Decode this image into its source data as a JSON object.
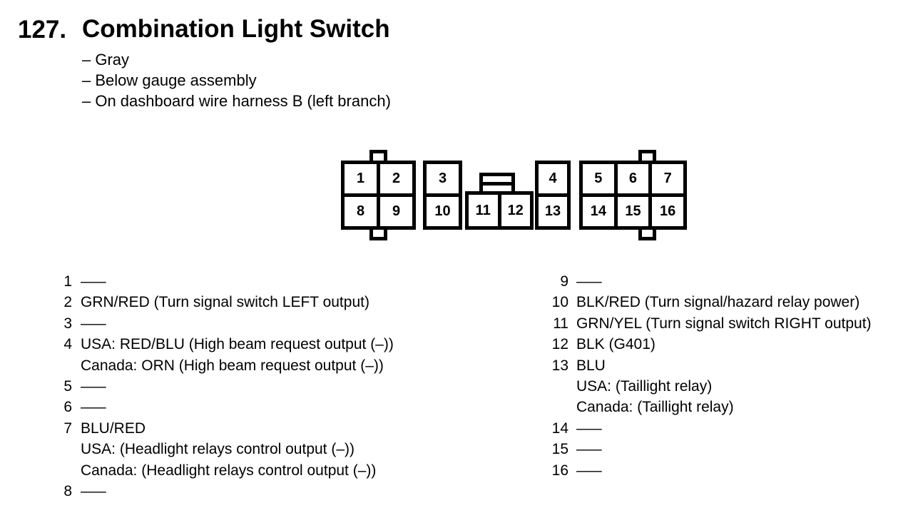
{
  "page": {
    "number": "127.",
    "title": "Combination Light Switch",
    "notes": [
      "– Gray",
      "– Below gauge assembly",
      "– On dashboard wire harness B (left branch)"
    ]
  },
  "connector": {
    "cells": [
      "1",
      "2",
      "3",
      "4",
      "5",
      "6",
      "7",
      "8",
      "9",
      "10",
      "11",
      "12",
      "13",
      "14",
      "15",
      "16"
    ]
  },
  "pins": {
    "left": [
      {
        "pin": "1",
        "lines": [
          "—"
        ]
      },
      {
        "pin": "2",
        "lines": [
          "GRN/RED (Turn signal switch LEFT output)"
        ]
      },
      {
        "pin": "3",
        "lines": [
          "—"
        ]
      },
      {
        "pin": "4",
        "lines": [
          "USA: RED/BLU (High beam request output (–))",
          "Canada: ORN (High beam request output (–))"
        ]
      },
      {
        "pin": "5",
        "lines": [
          "—"
        ]
      },
      {
        "pin": "6",
        "lines": [
          "—"
        ]
      },
      {
        "pin": "7",
        "lines": [
          "BLU/RED",
          "USA: (Headlight relays control output (–))",
          "Canada: (Headlight relays control output (–))"
        ]
      },
      {
        "pin": "8",
        "lines": [
          "—"
        ]
      }
    ],
    "right": [
      {
        "pin": "9",
        "lines": [
          "—"
        ]
      },
      {
        "pin": "10",
        "lines": [
          "BLK/RED (Turn signal/hazard relay power)"
        ]
      },
      {
        "pin": "11",
        "lines": [
          "GRN/YEL (Turn signal switch RIGHT output)"
        ]
      },
      {
        "pin": "12",
        "lines": [
          "BLK (G401)"
        ]
      },
      {
        "pin": "13",
        "lines": [
          "BLU",
          "USA: (Taillight relay)",
          "Canada: (Taillight relay)"
        ]
      },
      {
        "pin": "14",
        "lines": [
          "—"
        ]
      },
      {
        "pin": "15",
        "lines": [
          "—"
        ]
      },
      {
        "pin": "16",
        "lines": [
          "—"
        ]
      }
    ]
  },
  "colors": {
    "ink": "#000000",
    "paper": "#ffffff"
  }
}
